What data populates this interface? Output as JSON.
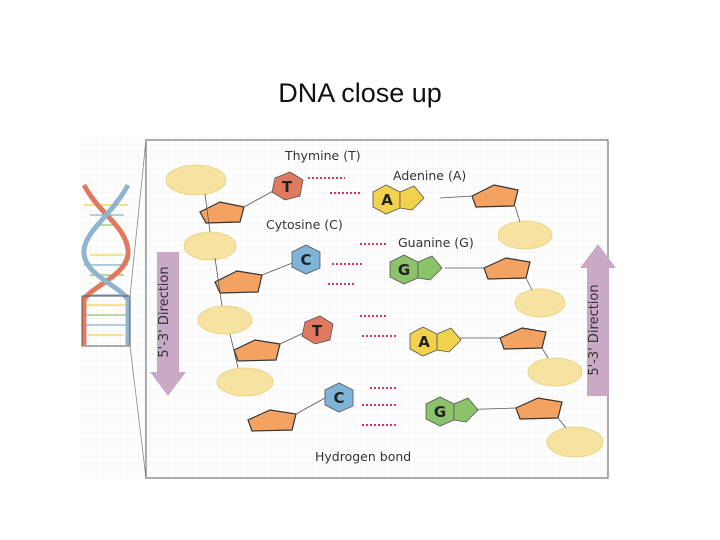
{
  "slide": {
    "title": "DNA close up"
  },
  "diagram": {
    "labels": {
      "thymine": "Thymine (T)",
      "adenine": "Adenine (A)",
      "cytosine": "Cytosine (C)",
      "guanine": "Guanine (G)",
      "hydrogen_bond": "Hydrogen bond",
      "direction_left": "5'-3' Direction",
      "direction_right": "5'-3' Direction"
    },
    "base_letters": {
      "t1": "T",
      "a1": "A",
      "c1": "C",
      "g1": "G",
      "t2": "T",
      "a2": "A",
      "c2": "C",
      "g2": "G"
    },
    "colors": {
      "thymine": "#e07a5f",
      "adenine": "#f2d14c",
      "cytosine": "#7fb3d8",
      "guanine": "#8cc26a",
      "sugar": "#f4a261",
      "phosphate": "#f6e3a1",
      "arrow": "#c9a9c6",
      "hbond": "#d6336c"
    }
  }
}
